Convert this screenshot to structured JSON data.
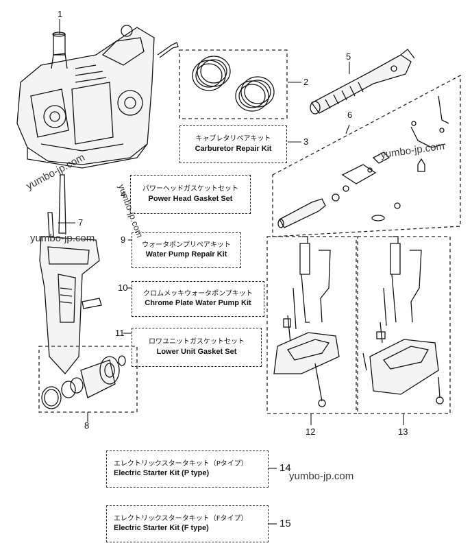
{
  "callouts": {
    "c1": "1",
    "c2": "2",
    "c3": "3",
    "c4": "4",
    "c5": "5",
    "c6": "6",
    "c7": "7",
    "c8": "8",
    "c9": "9",
    "c10": "10",
    "c11": "11",
    "c12": "12",
    "c13": "13",
    "c14": "14",
    "c15": "15"
  },
  "kits": {
    "carburetor": {
      "jp": "キャブレタリペアキット",
      "en": "Carburetor Repair Kit"
    },
    "power_head": {
      "jp": "パワーヘッドガスケットセット",
      "en": "Power Head Gasket Set"
    },
    "water_pump": {
      "jp": "ウォータポンプリペアキット",
      "en": "Water Pump Repair Kit"
    },
    "chrome_pump": {
      "jp": "クロムメッキウォータポンプキット",
      "en": "Chrome Plate Water Pump Kit"
    },
    "lower_unit": {
      "jp": "ロワユニットガスケットセット",
      "en": "Lower Unit Gasket Set"
    },
    "starter_p": {
      "jp": "エレクトリックスタータキット（Pタイプ）",
      "en": "Electric Starter Kit (P type)"
    },
    "starter_f": {
      "jp": "エレクトリックスタータキット（Fタイプ）",
      "en": "Electric Starter Kit (F type)"
    }
  },
  "watermarks": {
    "w1": "yumbo-jp.com",
    "w2": "yumbo-jp.com",
    "w3": "yumbo-jp.com",
    "w4": "yumbo-jp.com",
    "w5": "yumbo-jp.com"
  }
}
